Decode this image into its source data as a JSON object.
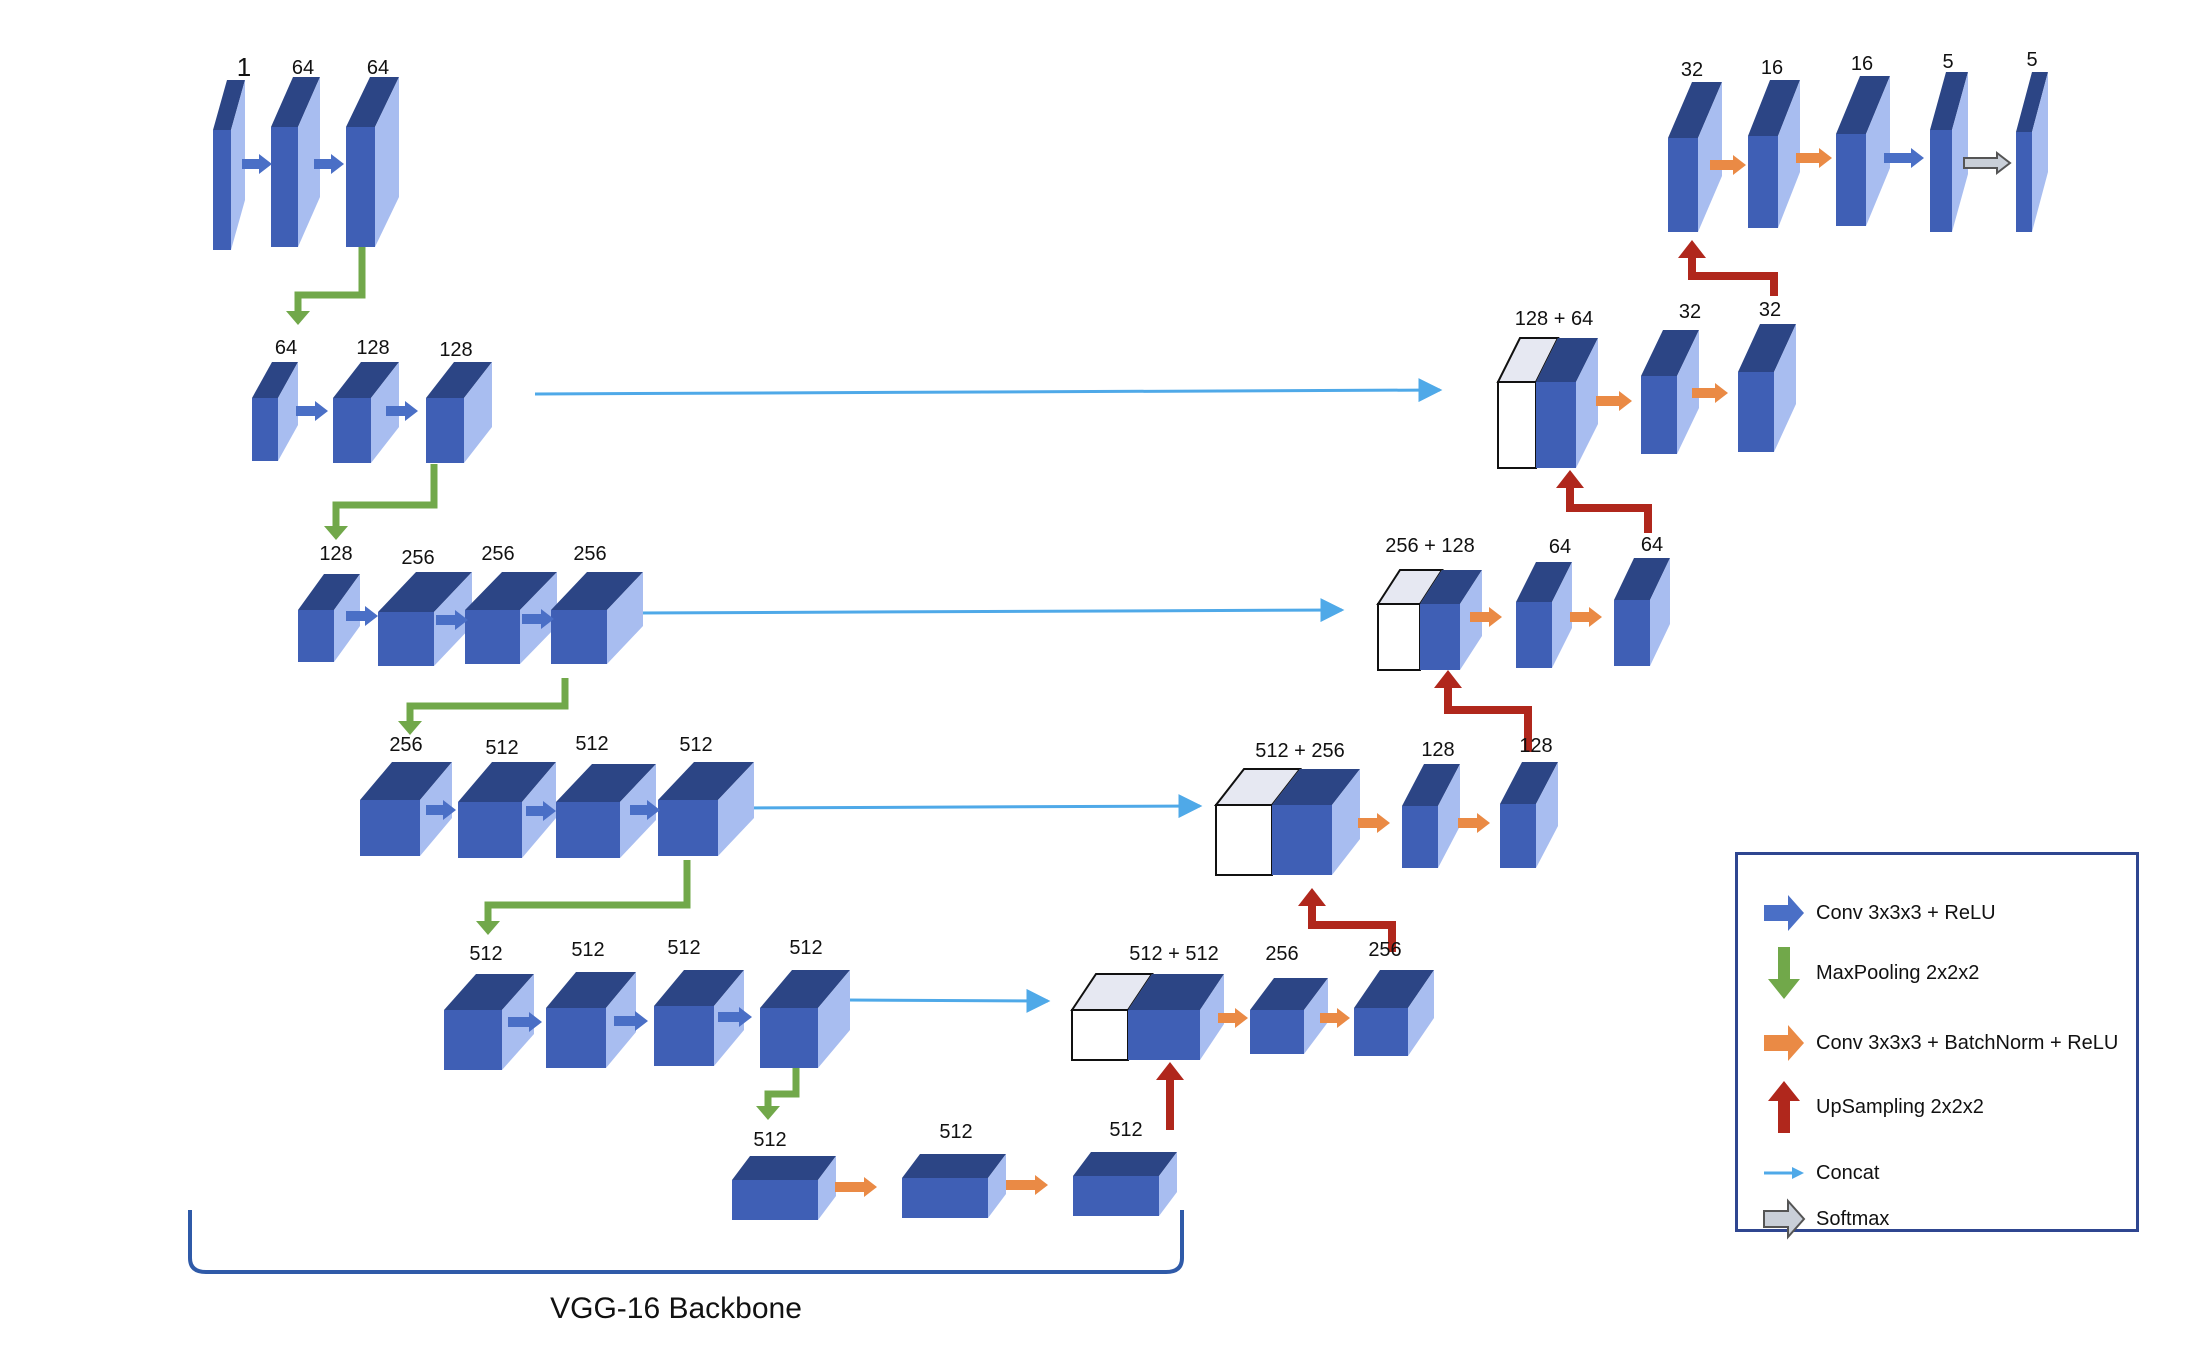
{
  "encoder": {
    "stage1": [
      "1",
      "64",
      "64"
    ],
    "stage2": [
      "64",
      "128",
      "128"
    ],
    "stage3": [
      "128",
      "256",
      "256",
      "256"
    ],
    "stage4": [
      "256",
      "512",
      "512",
      "512"
    ],
    "stage5": [
      "512",
      "512",
      "512",
      "512"
    ],
    "bottleneck": [
      "512",
      "512",
      "512"
    ]
  },
  "decoder": {
    "level4": [
      "512 + 512",
      "256",
      "256"
    ],
    "level3": [
      "512 + 256",
      "128",
      "128"
    ],
    "level2": [
      "256 + 128",
      "64",
      "64"
    ],
    "level1": [
      "128 + 64",
      "32",
      "32"
    ],
    "output": [
      "32",
      "16",
      "16",
      "5",
      "5"
    ]
  },
  "backbone_label": "VGG-16 Backbone",
  "legend": [
    {
      "label": "Conv 3x3x3 + ReLU",
      "icon": "blue-right-arrow-icon",
      "color": "#4a6fc6"
    },
    {
      "label": "MaxPooling 2x2x2",
      "icon": "green-down-arrow-icon",
      "color": "#71a84a"
    },
    {
      "label": "Conv 3x3x3 + BatchNorm + ReLU",
      "icon": "orange-right-arrow-icon",
      "color": "#ea8a45"
    },
    {
      "label": "UpSampling 2x2x2",
      "icon": "red-up-arrow-icon",
      "color": "#b0271c"
    },
    {
      "label": "Concat",
      "icon": "light-blue-arrow-icon",
      "color": "#4fa9e8"
    },
    {
      "label": "Softmax",
      "icon": "gray-right-arrow-icon",
      "color": "#c9cfd8"
    }
  ],
  "colors": {
    "block_front": "#3f5fb5",
    "block_top": "#2c4585",
    "block_side": "#a8bdf0",
    "concat_front": "#ffffff",
    "concat_top": "#e6e8f2",
    "legend_border": "#2f4690"
  }
}
